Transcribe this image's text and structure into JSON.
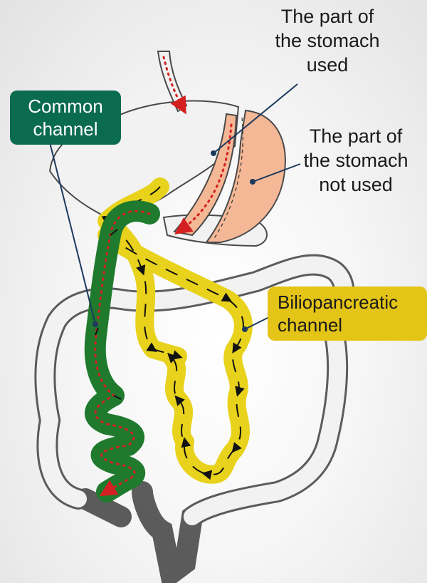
{
  "labels": {
    "stomach_used": "The part of\nthe stomach\nused",
    "stomach_not_used": "The part of\nthe stomach\nnot used",
    "common_channel": "Common\nchannel",
    "biliopancreatic_channel": "Biliopancreatic\nchannel"
  },
  "colors": {
    "common_channel": "#1f7a2e",
    "common_channel_label_bg": "#0b6b4f",
    "biliopancreatic_channel": "#e8d21c",
    "biliopancreatic_label_bg": "#e3c417",
    "stomach": "#f5b896",
    "food_path": "#d42020",
    "leader_line": "#1c3a5e",
    "organ_outline": "#333333",
    "organ_fill": "#f2f2f2"
  }
}
